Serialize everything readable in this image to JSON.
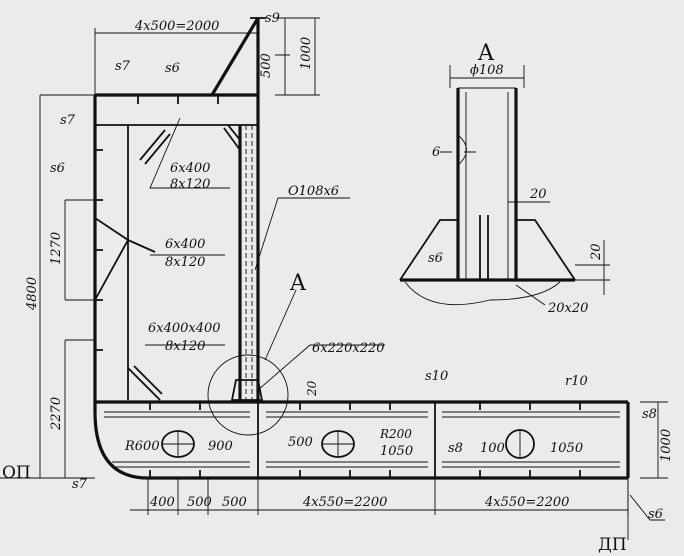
{
  "labels": {
    "top_dim": "4x500=2000",
    "s9": "s9",
    "dim_500_top": "500",
    "dim_1000_top": "1000",
    "s7_top": "s7",
    "s6_top": "s6",
    "s7_left": "s7",
    "s6_left": "s6",
    "bracket1_a": "6x400",
    "bracket1_b": "8x120",
    "bracket2_a": "6x400",
    "bracket2_b": "8x120",
    "bracket3_a": "6x400x400",
    "bracket3_b": "8x120",
    "pipe": "O108x6",
    "dim_1270": "1270",
    "dim_4800": "4800",
    "dim_2270": "2270",
    "callout_a": "A",
    "plate_220": "6x220x220",
    "dim_20_mid": "20",
    "s10": "s10",
    "r10": "r10",
    "s8_right": "s8",
    "dim_1000_right": "1000",
    "r600": "R600",
    "dim_900": "900",
    "dim_500_mid": "500",
    "r200": "R200",
    "dim_1050_1": "1050",
    "s8_mid": "s8",
    "dim_100": "100",
    "dim_1050_2": "1050",
    "op": "ОП",
    "s7_bottom": "s7",
    "dim_400": "400",
    "dim_500_b1": "500",
    "dim_500_b2": "500",
    "bottom_dim1": "4x550=2200",
    "bottom_dim2": "4x550=2200",
    "s6_right": "s6",
    "dp": "ДП",
    "detail_title": "A",
    "detail_dia": "ϕ108",
    "detail_6": "6",
    "detail_20_a": "20",
    "detail_20_b": "20",
    "detail_s6": "s6",
    "detail_weld": "20x20"
  }
}
